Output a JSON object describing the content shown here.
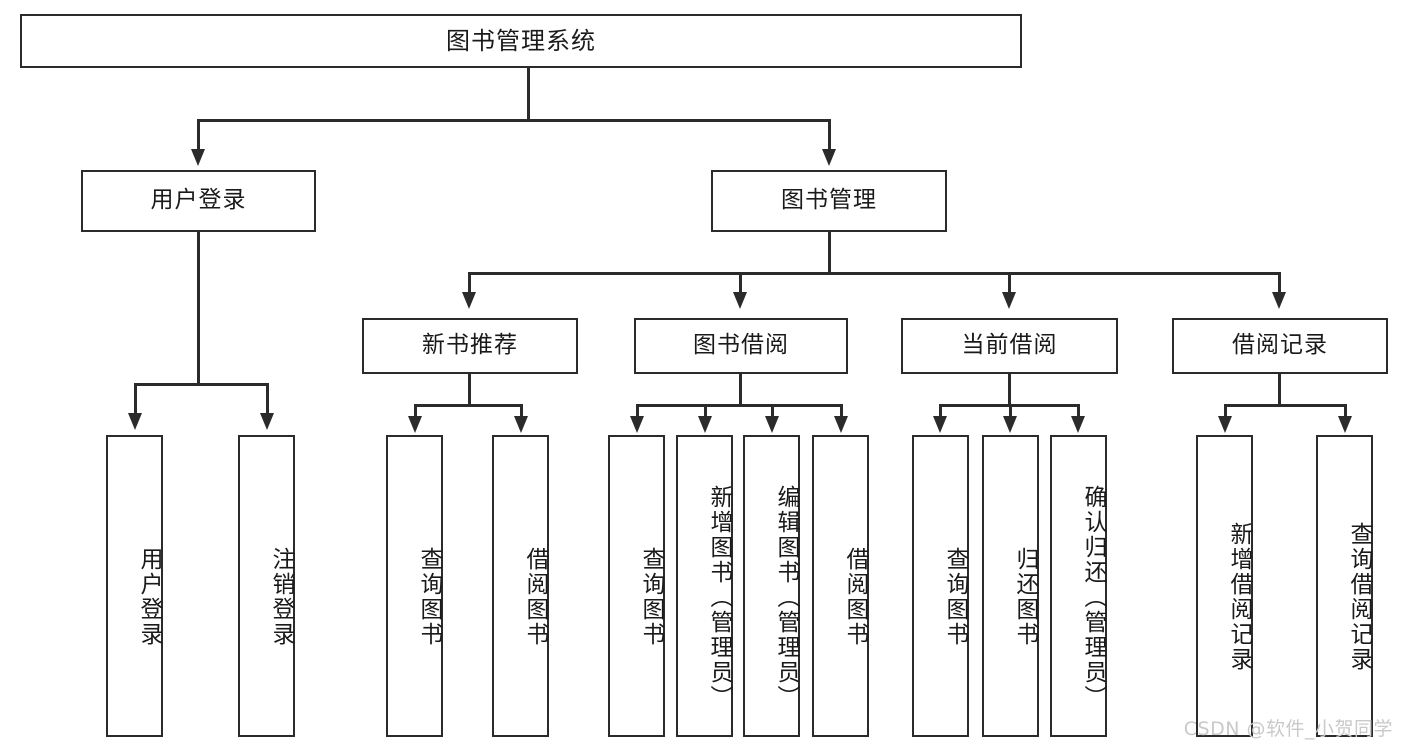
{
  "diagram": {
    "title": "图书管理系统",
    "watermark": "CSDN @软件_小贺同学",
    "type": "tree-hierarchy-diagram",
    "root": {
      "label": "图书管理系统"
    },
    "level2": [
      {
        "label": "用户登录"
      },
      {
        "label": "图书管理"
      }
    ],
    "level3": [
      {
        "label": "新书推荐"
      },
      {
        "label": "图书借阅"
      },
      {
        "label": "当前借阅"
      },
      {
        "label": "借阅记录"
      }
    ],
    "leaves": {
      "user_login": [
        {
          "label": "用户登录"
        },
        {
          "label": "注销登录"
        }
      ],
      "new_book_recommend": [
        {
          "label": "查询图书"
        },
        {
          "label": "借阅图书"
        }
      ],
      "book_borrow": [
        {
          "label": "查询图书"
        },
        {
          "label": "新增图书（管理员）"
        },
        {
          "label": "编辑图书（管理员）"
        },
        {
          "label": "借阅图书"
        }
      ],
      "current_borrow": [
        {
          "label": "查询图书"
        },
        {
          "label": "归还图书"
        },
        {
          "label": "确认归还（管理员）"
        }
      ],
      "borrow_records": [
        {
          "label": "新增借阅记录"
        },
        {
          "label": "查询借阅记录"
        }
      ]
    },
    "colors": {
      "stroke": "#2b2b2b",
      "fill": "#ffffff",
      "text": "#1a1a1a",
      "watermark": "#c9c9c9"
    }
  }
}
